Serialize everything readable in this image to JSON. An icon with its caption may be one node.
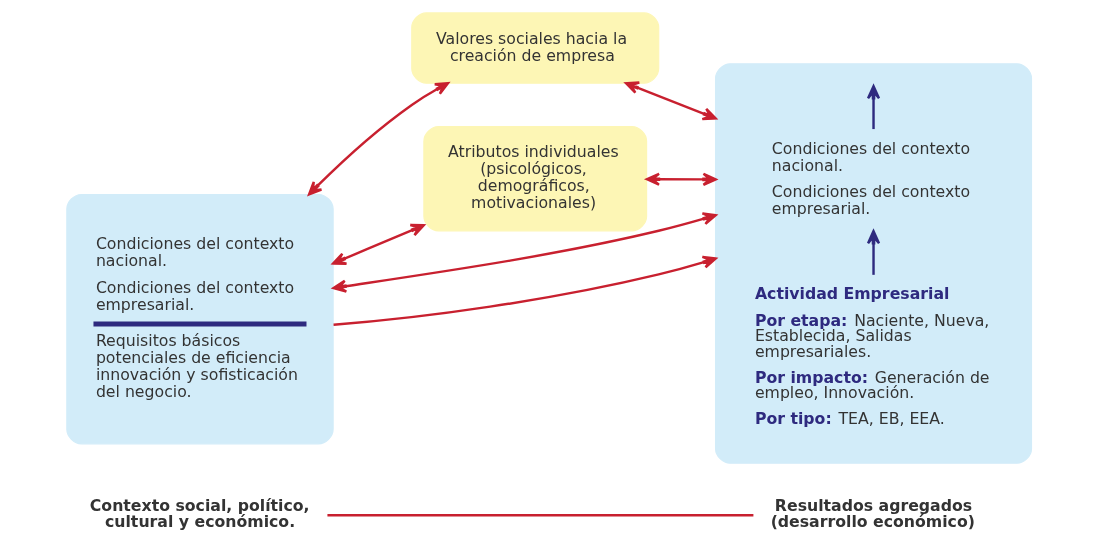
{
  "diagram": {
    "nodes": [
      {
        "text": [
          "Contexto social, político, cultural y económico."
        ]
      },
      {
        "text": [
          "Resultados agregados (desarrollo económico)"
        ]
      },
      {
        "text": [
          "Condiciones del contexto nacional.",
          "Condiciones del contexto empresarial.",
          "Requisitos básicos potenciales de eficiencia innovación y sofisticación del negocio."
        ]
      },
      {
        "text": [
          "Valores sociales hacia la creación de empresa"
        ]
      },
      {
        "text": [
          "Atributos individuales (psicológicos, demográficos, motivacionales)"
        ]
      },
      {
        "text": [],
        "shape": "box"
      },
      {
        "text": [
          "Condiciones del contexto nacional.",
          "Condiciones del contexto empresarial."
        ],
        "in": 5
      },
      {
        "text": [
          "Actividad Empresarial",
          "**Por etapa:** Naciente, Nueva, Establecida, Salidas empresariales.",
          "**Por impacto:** Generación de empleo, Innovación.",
          "**Por tipo:** TEA, EB, EEA."
        ],
        "in": 5
      }
    ],
    "edges": [
      {
        "from": 0,
        "to": 1,
        "arrow": "none"
      },
      {
        "from": 2,
        "to": 5,
        "arrow": "to"
      },
      {
        "from": 2,
        "to": 3,
        "arrow": "both"
      },
      {
        "from": 3,
        "to": 5,
        "arrow": "both"
      },
      {
        "from": 2,
        "to": 4,
        "arrow": "both"
      },
      {
        "from": 4,
        "to": 5,
        "arrow": "both"
      },
      {
        "from": 2,
        "to": 5,
        "arrow": "both"
      },
      {
        "from": 7,
        "to": 6,
        "arrow": "to",
        "color": "#2e2a7f"
      },
      {
        "from": 6,
        "to": null,
        "arrow": "to",
        "color": "#2e2a7f"
      }
    ]
  }
}
